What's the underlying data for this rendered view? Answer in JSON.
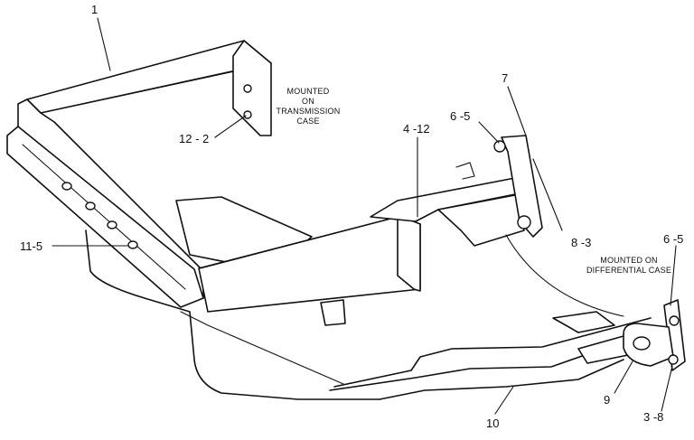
{
  "callouts": {
    "c1": "1",
    "c12_2": "12 - 2",
    "c11_5": "11-5",
    "c4_12": "4 -12",
    "c6_5_top": "6 -5",
    "c7": "7",
    "c8_3": "8 -3",
    "c6_5_right": "6 -5",
    "c9": "9",
    "c3_8": "3 -8",
    "c10": "10"
  },
  "notes": {
    "transmission": [
      "MOUNTED",
      "ON",
      "TRANSMISSION",
      "CASE"
    ],
    "differential": [
      "MOUNTED ON",
      "DIFFERENTIAL CASE"
    ]
  }
}
